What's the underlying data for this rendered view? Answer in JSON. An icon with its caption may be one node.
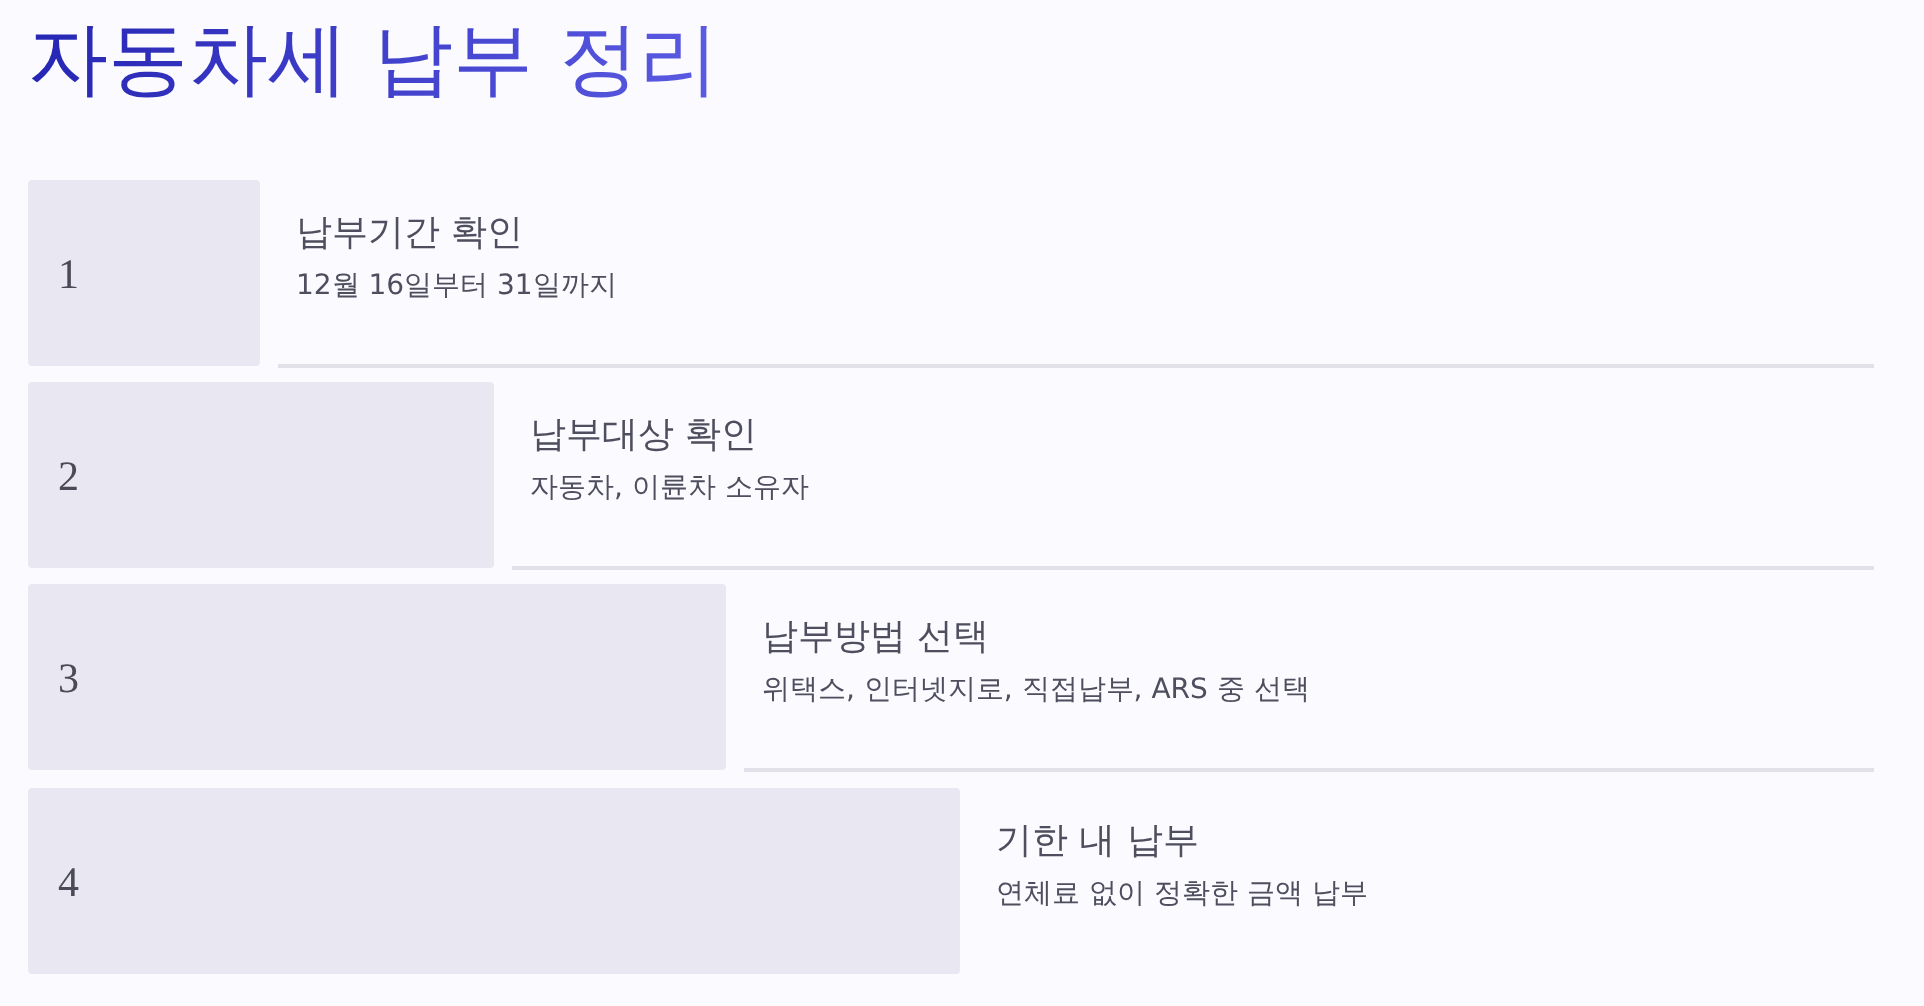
{
  "diagram": {
    "title": "자동차세 납부 정리",
    "nodes": [
      {
        "text": [
          "1"
        ],
        "beside": [
          "납부기간 확인",
          "12월 16일부터 31일까지"
        ]
      },
      {
        "text": [
          "2"
        ],
        "beside": [
          "납부대상 확인",
          "자동차, 이륜차 소유자"
        ]
      },
      {
        "text": [
          "3"
        ],
        "beside": [
          "납부방법 선택",
          "위택스, 인터넷지로, 직접납부, ARS 중 선택"
        ]
      },
      {
        "text": [
          "4"
        ],
        "beside": [
          "기한 내 납부",
          "연체료 없이 정확한 금액 납부"
        ]
      }
    ]
  }
}
